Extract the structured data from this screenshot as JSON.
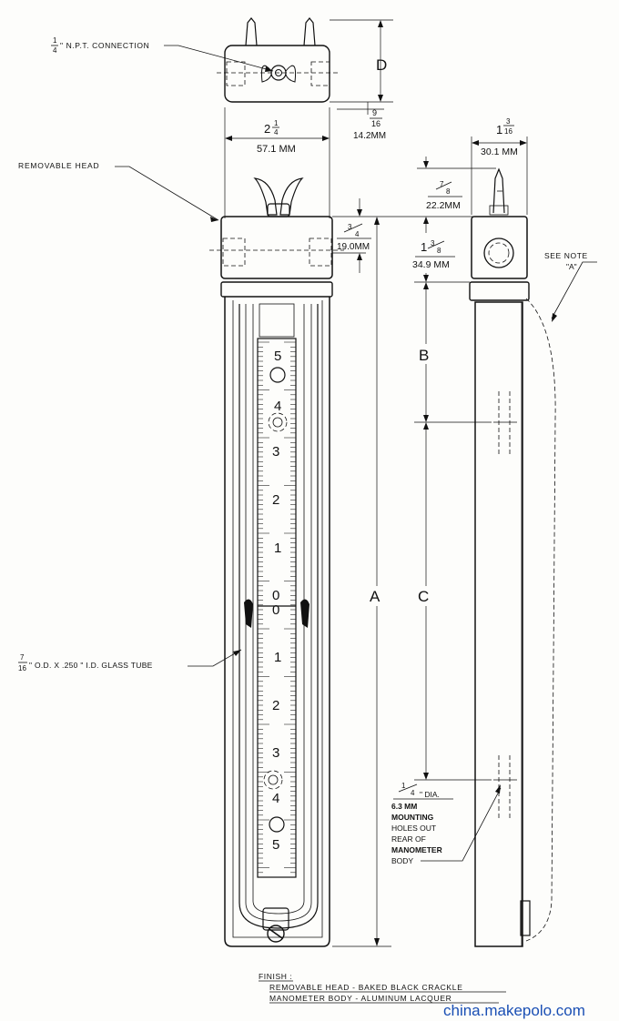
{
  "labels": {
    "npt_fraction_num": "1",
    "npt_fraction_den": "4",
    "npt_text": "\" N.P.T. CONNECTION",
    "removable_head": "REMOVABLE HEAD",
    "glass_tube_num": "7",
    "glass_tube_den": "16",
    "glass_tube_text": "\" O.D. X .250 \" I.D. GLASS TUBE",
    "see_note_1": "SEE NOTE",
    "see_note_2": "\"A\"",
    "mount_fraction_num": "1",
    "mount_fraction_den": "4",
    "mount_dia": "\" DIA.",
    "mount_mm": "6.3 MM",
    "mount_l1": "MOUNTING",
    "mount_l2": "HOLES OUT",
    "mount_l3": "REAR OF",
    "mount_l4": "MANOMETER",
    "mount_l5": "BODY"
  },
  "dimensions": {
    "D": "D",
    "A": "A",
    "B": "B",
    "C": "C",
    "head_gap_num": "9",
    "head_gap_den": "16",
    "head_gap_mm": "14.2MM",
    "width_whole": "2",
    "width_num": "1",
    "width_den": "4",
    "width_mm": "57.1 MM",
    "side_width_whole": "1",
    "side_width_num": "3",
    "side_width_den": "16",
    "side_width_mm": "30.1 MM",
    "wing_num": "7",
    "wing_den": "8",
    "wing_mm": "22.2MM",
    "head_h_num": "3",
    "head_h_den": "4",
    "head_h_mm": "19.0MM",
    "side_head_whole": "1",
    "side_head_num": "3",
    "side_head_den": "8",
    "side_head_mm": "34.9 MM"
  },
  "scale": [
    "5",
    "4",
    "3",
    "2",
    "1",
    "0",
    "0",
    "1",
    "2",
    "3",
    "4",
    "5"
  ],
  "finish": {
    "title": "FINISH :",
    "line1": "REMOVABLE HEAD - BAKED BLACK CRACKLE",
    "line2": "MANOMETER BODY - ALUMINUM LACQUER"
  },
  "watermark": "china.makepolo.com"
}
